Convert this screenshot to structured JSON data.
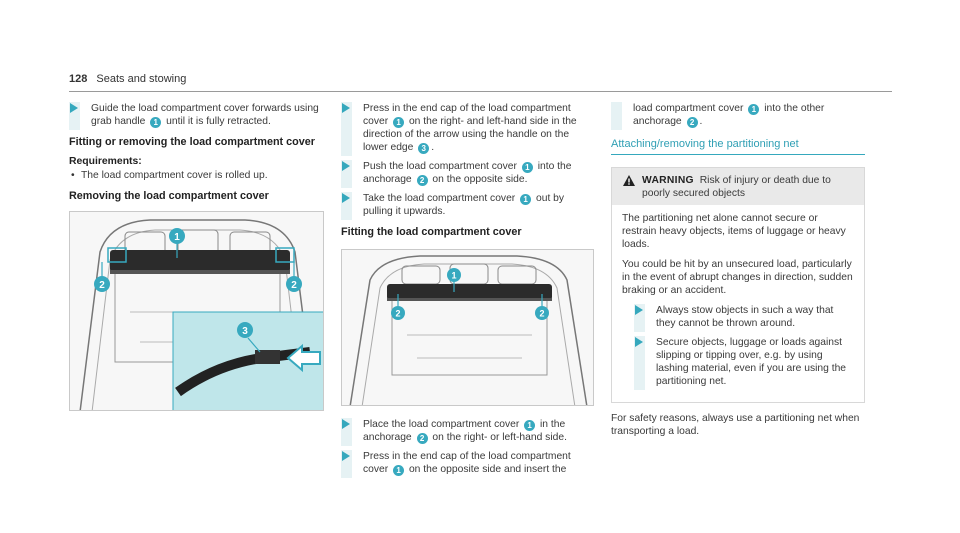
{
  "header": {
    "page_number": "128",
    "section": "Seats and stowing"
  },
  "col1": {
    "step_intro": "Guide the load compartment cover forwards using grab handle",
    "step_intro_end": "until it is fully retracted.",
    "fitting_title": "Fitting or removing the load compartment cover",
    "requirements_label": "Requirements:",
    "requirement_1": "The load compartment cover is rolled up.",
    "removing_title": "Removing the load compartment cover"
  },
  "col2": {
    "step1_a": "Press in the end cap of the load compartment cover",
    "step1_b": "on the right- and left-hand side in the direction of the arrow using the handle on the lower edge",
    "step1_c": ".",
    "step2_a": "Push the load compartment cover",
    "step2_b": "into the anchorage",
    "step2_c": "on the opposite side.",
    "step3_a": "Take the load compartment cover",
    "step3_b": "out by pulling it upwards.",
    "fitting_title": "Fitting the load compartment cover",
    "step4_a": "Place the load compartment cover",
    "step4_b": "in the anchorage",
    "step4_c": "on the right- or left-hand side.",
    "step5_a": "Press in the end cap of the load compartment cover",
    "step5_b": "on the opposite side and insert the"
  },
  "col3": {
    "cont_a": "load compartment cover",
    "cont_b": "into the other anchorage",
    "cont_c": ".",
    "section_title": "Attaching/removing the partitioning net",
    "warning_label": "WARNING",
    "warning_head": "Risk of injury or death due to poorly secured objects",
    "warning_p1": "The partitioning net alone cannot secure or restrain heavy objects, items of luggage or heavy loads.",
    "warning_p2": "You could be hit by an unsecured load, particularly in the event of abrupt changes in direction, sudden braking or an accident.",
    "warning_step1": "Always stow objects in such a way that they cannot be thrown around.",
    "warning_step2": "Secure objects, luggage or loads against slipping or tipping over, e.g. by using lashing material, even if you are using the partitioning net.",
    "after_text": "For safety reasons, always use a partitioning net when transporting a load."
  },
  "badges": {
    "one": "1",
    "two": "2",
    "three": "3"
  },
  "colors": {
    "accent": "#35a8bd",
    "badge": "#37a9bf",
    "inset": "#bfe6ea"
  }
}
